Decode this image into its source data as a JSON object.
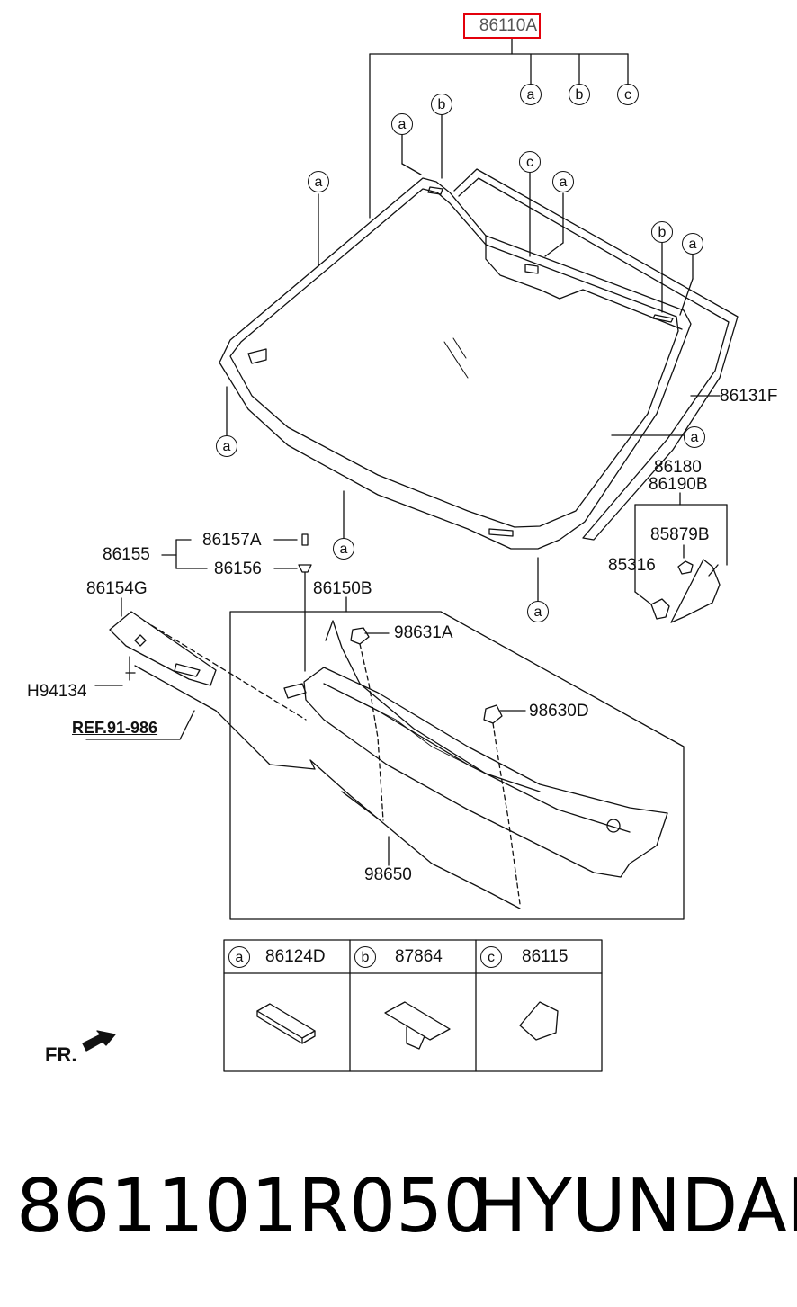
{
  "title_part": "86110A",
  "callouts": {
    "a": "a",
    "b": "b",
    "c": "c"
  },
  "parts": {
    "windshield_molding": "86131F",
    "mirror_cover_1": "86180",
    "mirror_cover_2": "86190B",
    "cover_part": "85879B",
    "clip_85316": "85316",
    "cowl_bracket_group": "86155",
    "screw": "86157A",
    "fastener": "86156",
    "cowl_side": "86154G",
    "cowl_panel": "86150B",
    "bolt": "H94134",
    "nozzle_1": "98631A",
    "nozzle_2": "98630D",
    "hose": "98650",
    "ref": "REF.91-986"
  },
  "legend": [
    {
      "callout": "a",
      "part": "86124D"
    },
    {
      "callout": "b",
      "part": "87864"
    },
    {
      "callout": "c",
      "part": "86115"
    }
  ],
  "direction_label": "FR.",
  "footer": {
    "part_number": "861101R050",
    "brand": "HYUNDAI"
  }
}
